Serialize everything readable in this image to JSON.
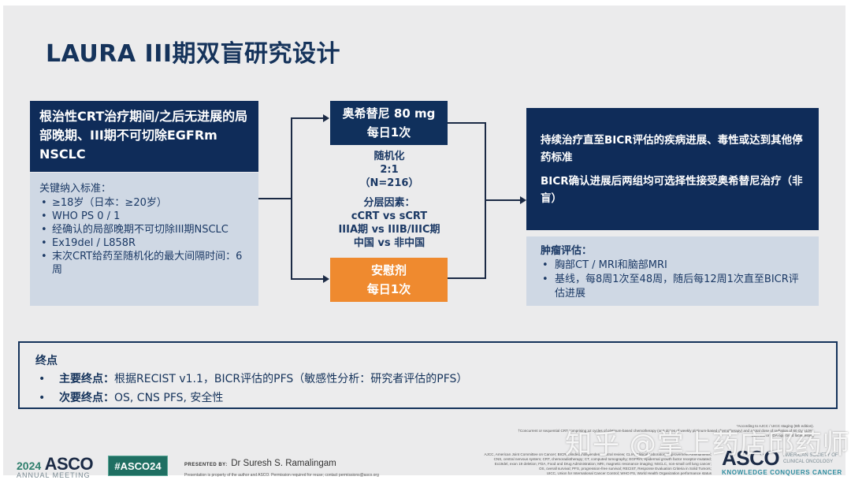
{
  "slide": {
    "title": "LAURA III期双盲研究设计"
  },
  "population": {
    "heading": "根治性CRT治疗期间/之后无进展的局部晚期、III期不可切除EGFRm NSCLC",
    "criteria_label": "关键纳入标准：",
    "criteria": [
      "≥18岁（日本：≥20岁）",
      "WHO PS 0 / 1",
      "经确认的局部晚期不可切除III期NSCLC",
      "Ex19del / L858R",
      "末次CRT给药至随机化的最大间隔时间：6周"
    ]
  },
  "arms": {
    "osimertinib": {
      "line1": "奥希替尼 80 mg",
      "line2": "每日1次",
      "color": "#10305c"
    },
    "placebo": {
      "line1": "安慰剂",
      "line2": "每日1次",
      "color": "#ef8a2f"
    }
  },
  "randomization": {
    "label": "随机化",
    "ratio": "2:1",
    "n": "（N=216）",
    "strat_label": "分层因素：",
    "strat_factors": [
      "cCRT vs sCRT",
      "IIIA期 vs IIIB/IIIC期",
      "中国 vs 非中国"
    ]
  },
  "continuation": {
    "line1": "持续治疗直至BICR评估的疾病进展、毒性或达到其他停药标准",
    "line2": "BICR确认进展后两组均可选择性接受奥希替尼治疗（非盲）"
  },
  "tumor_assessment": {
    "label": "肿瘤评估：",
    "items": [
      "胸部CT / MRI和脑部MRI",
      "基线，每8周1次至48周，随后每12周1次直至BICR评估进展"
    ]
  },
  "endpoints": {
    "label": "终点",
    "items": [
      {
        "key": "主要终点：",
        "value": "根据RECIST v1.1，BICR评估的PFS（敏感性分析：研究者评估的PFS）"
      },
      {
        "key": "次要终点：",
        "value": "OS, CNS PFS, 安全性"
      }
    ]
  },
  "footnotes": {
    "top": [
      "*According to AJCC / UICC staging (8th edition).",
      "†Concurrent or sequential CRT comprising ≥2 cycles of platinum-based chemotherapy (or 5 doses of weekly platinum-based chemotherapy) and a total dose of radiation of 60 Gy ±10%.",
      "‡Central or FDA-approved local testing"
    ],
    "abbreviations": [
      "AJCC, American Joint Committee on Cancer; BICR, blinded independent central review; CLIA, Clinical Laboratory Improvement Amendments;",
      "CNS, central nervous system; CRT, chemoradiotherapy; CT, computed tomography; EGFRm, epidermal growth factor receptor-mutated;",
      "Ex19del, exon 19 deletion; FDA, Food and Drug Administration; MRI, magnetic resonance imaging; NSCLC, non-small cell lung cancer;",
      "OS, overall survival; PFS, progression-free survival; RECIST, Response Evaluation Criteria in Solid Tumors;",
      "UICC, Union for International Cancer Control; WHO PS, World Health Organization performance status"
    ]
  },
  "footer": {
    "meeting_year": "2024",
    "meeting_brand": "ASCO",
    "meeting_sub": "ANNUAL MEETING",
    "hashtag": "#ASCO24",
    "presented_label": "PRESENTED BY:",
    "presenter": "Dr Suresh S. Ramalingam",
    "property_note": "Presentation is property of the author and ASCO. Permission required for reuse; contact permissions@asco.org",
    "logo_word": "ASCO",
    "logo_side": "AMERICAN SOCIETY OF CLINICAL ONCOLOGY",
    "logo_tagline": "KNOWLEDGE CONQUERS CANCER"
  },
  "watermark": "知乎 @掌上药店邱药师"
}
